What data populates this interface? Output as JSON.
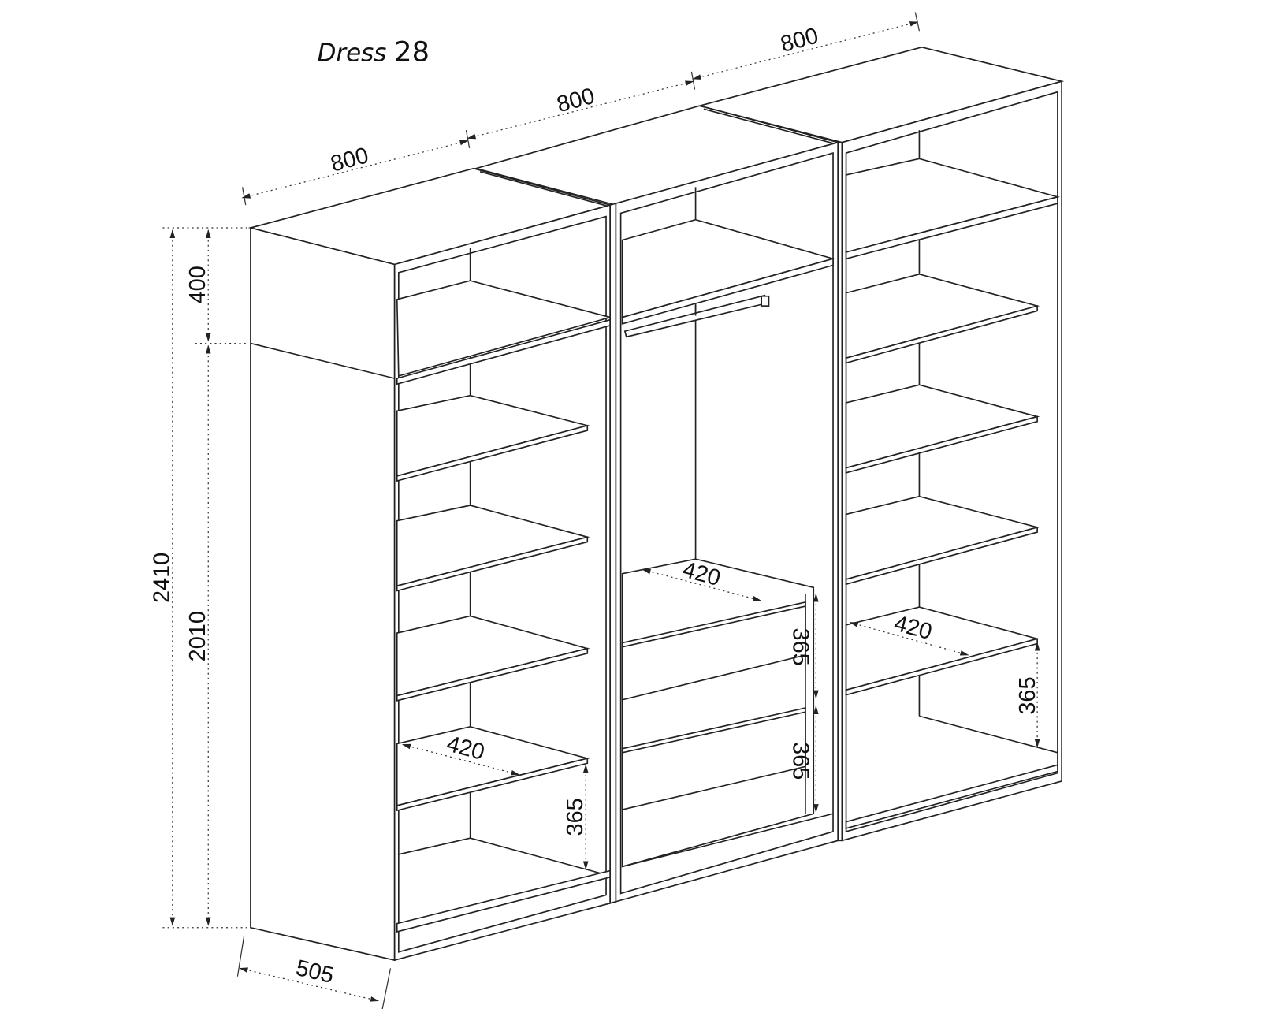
{
  "title": {
    "name": "Dress",
    "number": "28"
  },
  "dimensions": {
    "width_left": "800",
    "width_middle": "800",
    "width_right": "800",
    "height_total": "2410",
    "height_top": "400",
    "height_main": "2010",
    "depth": "505",
    "left_shelf_depth": "420",
    "left_shelf_gap": "365",
    "middle_drawer_depth": "420",
    "middle_drawer_height_1": "365",
    "middle_drawer_height_2": "365",
    "right_shelf_depth": "420",
    "right_shelf_gap": "365"
  }
}
